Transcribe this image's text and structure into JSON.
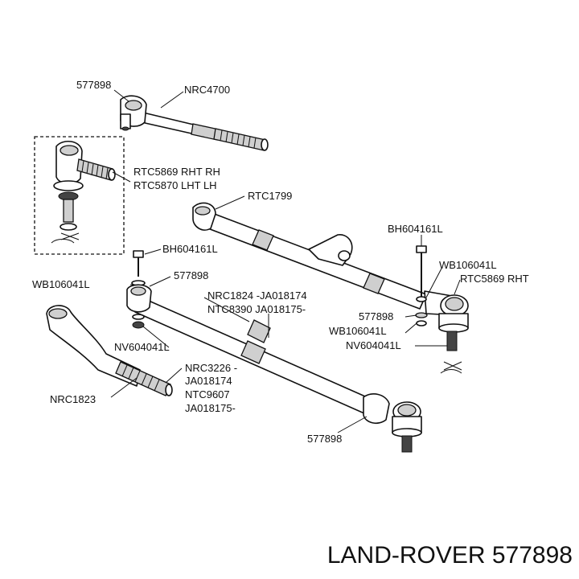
{
  "labels": {
    "l577898_top": "577898",
    "nrc4700": "NRC4700",
    "rtc5869_rh": "RTC5869 RHT RH",
    "rtc5870_lh": "RTC5870 LHT LH",
    "rtc1799": "RTC1799",
    "bh604161l_right": "BH604161L",
    "bh604161l_left": "BH604161L",
    "wb106041l_right_upper": "WB106041L",
    "rtc5869_rht": "RTC5869 RHT",
    "l577898_mid_left": "577898",
    "wb106041l_left": "WB106041L",
    "nrc1824": "NRC1824 -JA018174",
    "ntc8390": "NTC8390 JA018175-",
    "l577898_mid_right": "577898",
    "wb106041l_right_lower": "WB106041L",
    "nv604041l_right": "NV604041L",
    "nv604041l_left": "NV604041L",
    "nrc3226_a": "NRC3226 -",
    "nrc3226_b": "JA018174",
    "ntc9607_a": "NTC9607",
    "ntc9607_b": "JA018175-",
    "nrc1823": "NRC1823",
    "l577898_bottom": "577898"
  },
  "caption": "LAND-ROVER 577898"
}
